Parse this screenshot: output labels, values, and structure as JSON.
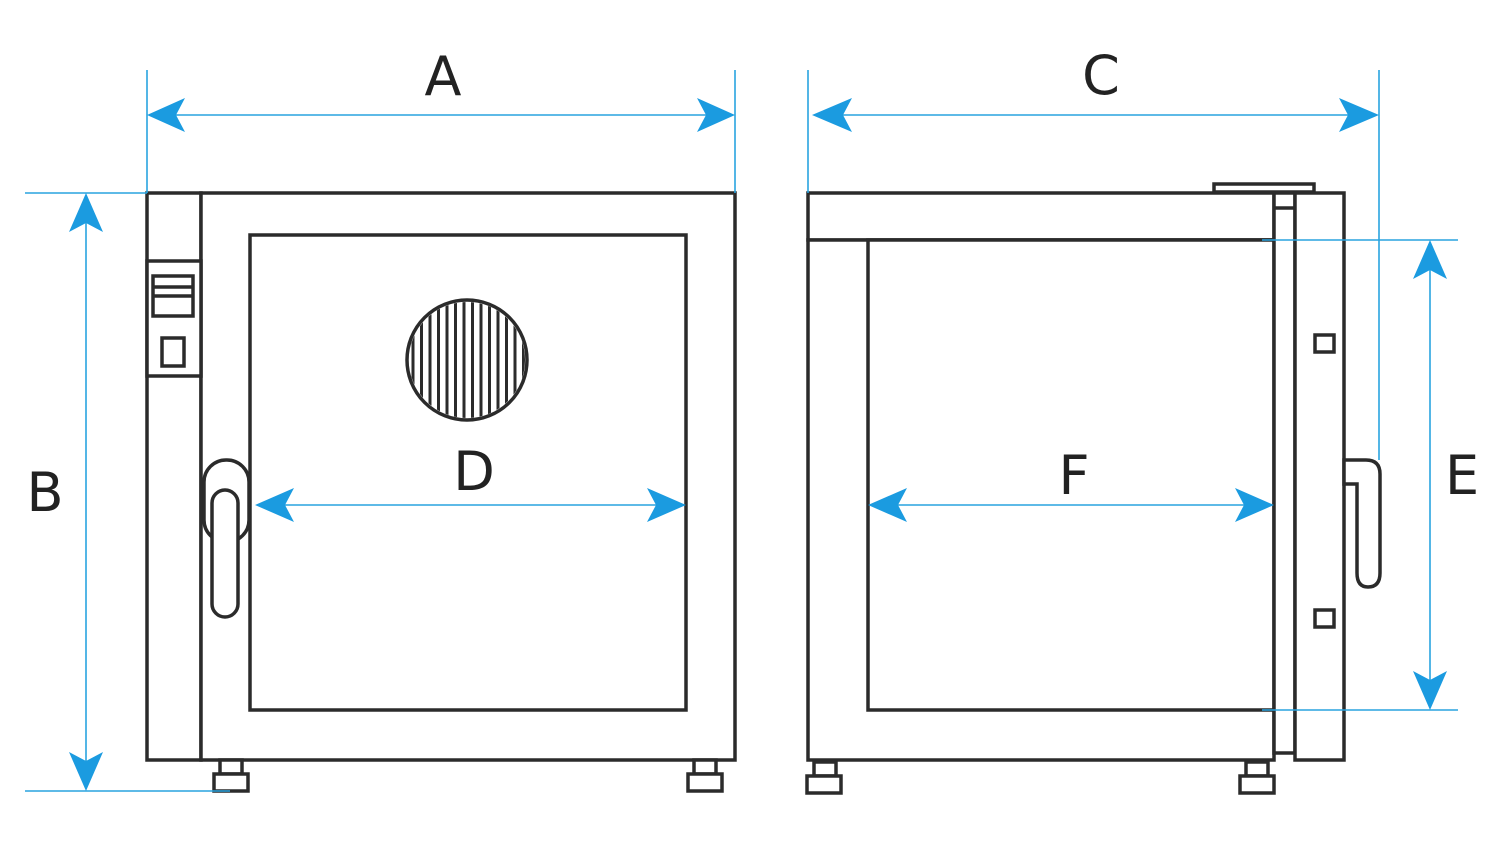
{
  "colors": {
    "outline": "#2b2b2b",
    "dimension_line": "#29a3df",
    "arrow": "#1b9be0",
    "label": "#222222",
    "background": "#ffffff"
  },
  "labels": {
    "A": "A",
    "B": "B",
    "C": "C",
    "D": "D",
    "E": "E",
    "F": "F"
  }
}
